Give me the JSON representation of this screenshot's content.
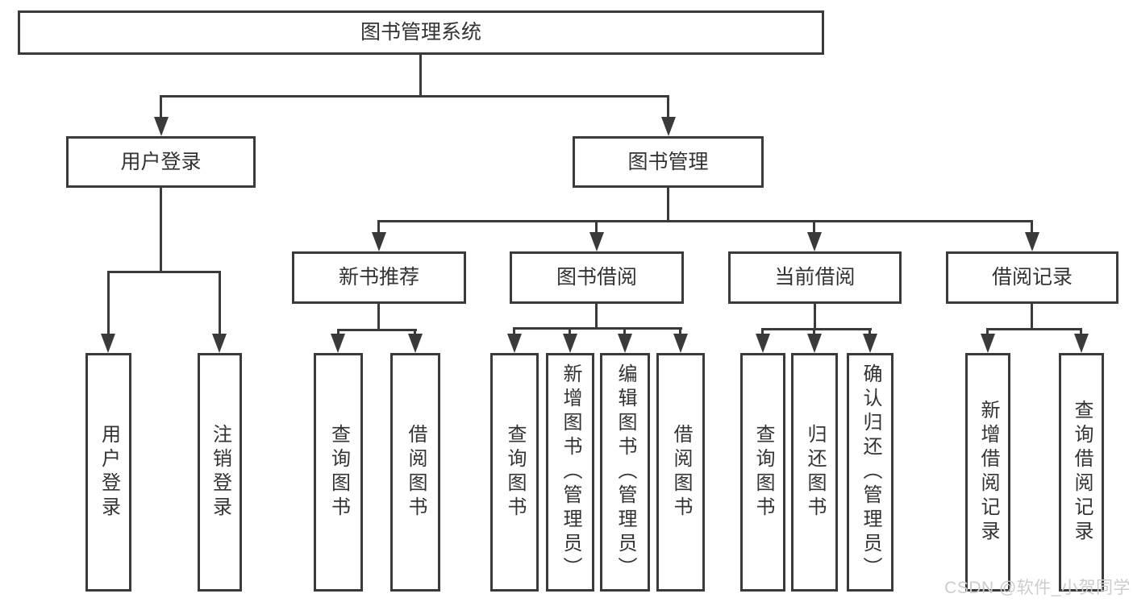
{
  "diagram": {
    "root": {
      "label": "图书管理系统"
    },
    "user_login": {
      "label": "用户登录",
      "children": [
        {
          "label": "用户登录"
        },
        {
          "label": "注销登录"
        }
      ]
    },
    "book_mgmt": {
      "label": "图书管理",
      "sections": [
        {
          "label": "新书推荐",
          "children": [
            {
              "label": "查询图书"
            },
            {
              "label": "借阅图书"
            }
          ]
        },
        {
          "label": "图书借阅",
          "children": [
            {
              "label": "查询图书"
            },
            {
              "label": "新增图书（管理员）"
            },
            {
              "label": "编辑图书（管理员）"
            },
            {
              "label": "借阅图书"
            }
          ]
        },
        {
          "label": "当前借阅",
          "children": [
            {
              "label": "查询图书"
            },
            {
              "label": "归还图书"
            },
            {
              "label": "确认归还（管理员）"
            }
          ]
        },
        {
          "label": "借阅记录",
          "children": [
            {
              "label": "新增借阅记录"
            },
            {
              "label": "查询借阅记录"
            }
          ]
        }
      ]
    },
    "watermark": "CSDN @软件_小贺同学",
    "colors": {
      "line": "#3a3a3a",
      "text": "#333333",
      "watermark": "#cccccc",
      "background": "#ffffff"
    }
  }
}
